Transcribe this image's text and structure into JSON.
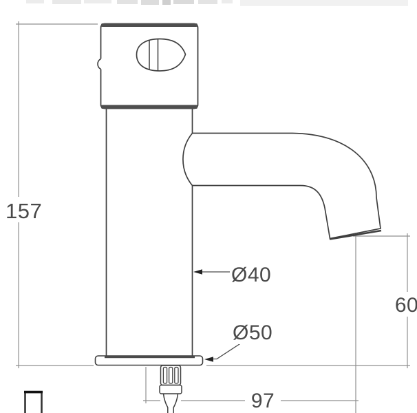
{
  "dims": {
    "total_height": "157",
    "body_diameter": "Ø40",
    "base_diameter": "Ø50",
    "outlet_height": "60",
    "spout_reach": "97"
  },
  "colors": {
    "outline": "#3f3f3f",
    "dark_accent": "#4a4a4a",
    "dimension_lines": "#8f8f8f",
    "dimension_text": "#4a4a4a",
    "background": "#ffffff"
  }
}
